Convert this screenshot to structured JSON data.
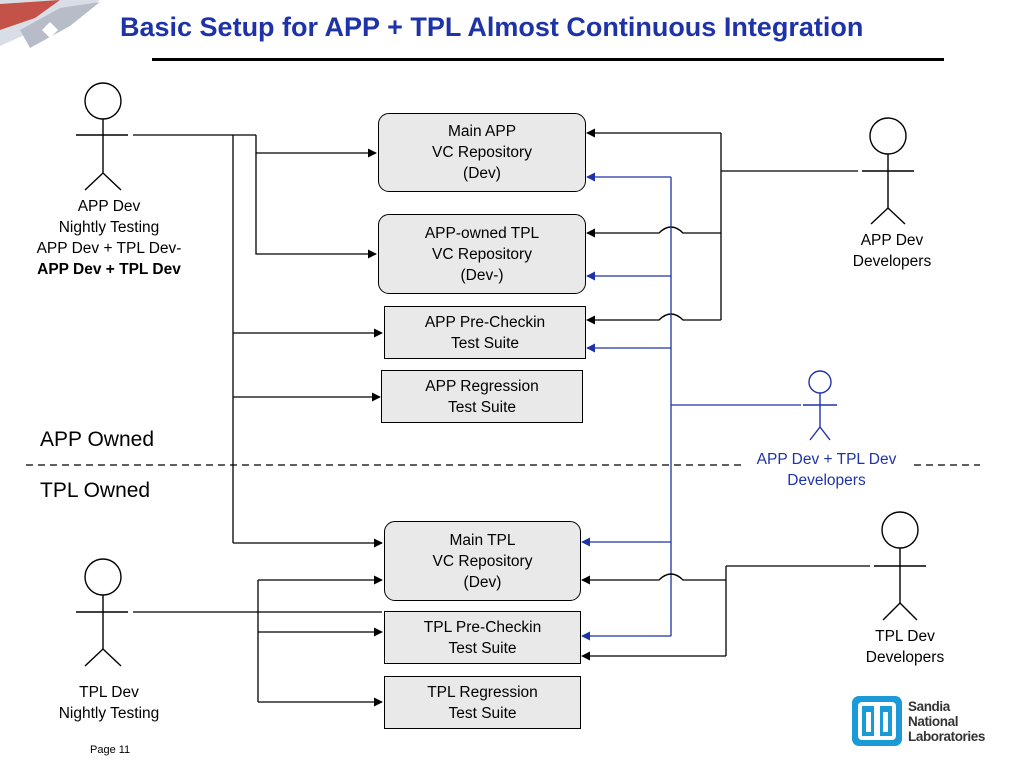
{
  "slide": {
    "title": "Basic Setup for APP + TPL Almost Continuous Integration",
    "page": "Page 11"
  },
  "boxes": {
    "main_app": [
      "Main APP",
      "VC Repository",
      "(Dev)"
    ],
    "app_owned_tpl": [
      "APP-owned TPL",
      "VC Repository",
      "(Dev-)"
    ],
    "app_prechecking": [
      "APP Pre-Checkin",
      "Test Suite"
    ],
    "app_regression": [
      "APP Regression",
      "Test Suite"
    ],
    "main_tpl": [
      "Main TPL",
      "VC Repository",
      "(Dev)"
    ],
    "tpl_prechecking": [
      "TPL Pre-Checkin",
      "Test Suite"
    ],
    "tpl_regression": [
      "TPL Regression",
      "Test Suite"
    ]
  },
  "actors": {
    "app_dev_nightly": [
      "APP Dev",
      "Nightly Testing",
      "APP Dev + TPL Dev-",
      "APP Dev + TPL Dev"
    ],
    "app_dev_developers": [
      "APP Dev",
      "Developers"
    ],
    "app_tpl_developers": [
      "APP Dev + TPL Dev",
      "Developers"
    ],
    "tpl_dev_nightly": [
      "TPL Dev",
      "Nightly Testing"
    ],
    "tpl_dev_developers": [
      "TPL Dev",
      "Developers"
    ]
  },
  "regions": {
    "app_owned": "APP Owned",
    "tpl_owned": "TPL Owned"
  },
  "logo": [
    "Sandia",
    "National",
    "Laboratories"
  ],
  "colors": {
    "title": "#1f33a8",
    "blue_connector": "#1f33a8",
    "box_fill": "#e9e9e9"
  }
}
